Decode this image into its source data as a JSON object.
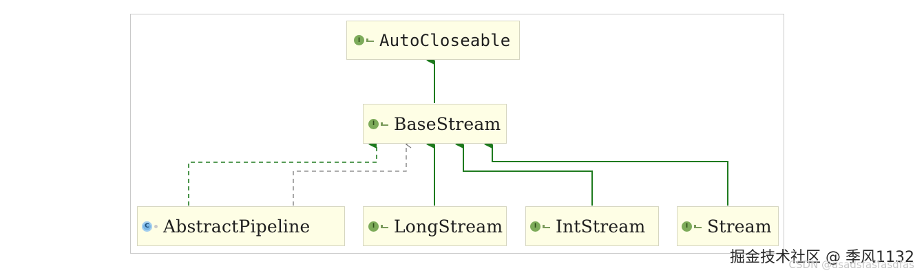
{
  "diagram": {
    "nodes": [
      {
        "id": "autocloseable",
        "label": "AutoCloseable",
        "kind": "interface",
        "icon": "interface-icon"
      },
      {
        "id": "basestream",
        "label": "BaseStream",
        "kind": "interface",
        "icon": "interface-icon"
      },
      {
        "id": "abstractpipeline",
        "label": "AbstractPipeline",
        "kind": "class",
        "icon": "class-icon"
      },
      {
        "id": "longstream",
        "label": "LongStream",
        "kind": "interface",
        "icon": "interface-icon"
      },
      {
        "id": "intstream",
        "label": "IntStream",
        "kind": "interface",
        "icon": "interface-icon"
      },
      {
        "id": "stream",
        "label": "Stream",
        "kind": "interface",
        "icon": "interface-icon"
      }
    ],
    "edges": [
      {
        "from": "basestream",
        "to": "autocloseable",
        "type": "extends"
      },
      {
        "from": "abstractpipeline",
        "to": "basestream",
        "type": "implements"
      },
      {
        "from": "abstractpipeline",
        "to": "basestream",
        "type": "dependency"
      },
      {
        "from": "longstream",
        "to": "basestream",
        "type": "extends"
      },
      {
        "from": "intstream",
        "to": "basestream",
        "type": "extends"
      },
      {
        "from": "stream",
        "to": "basestream",
        "type": "extends"
      }
    ],
    "colors": {
      "extends": "#1e7a1e",
      "implements": "#1e7a1e",
      "dependency": "#7a7a7a",
      "node_fill": "#fefee5"
    }
  },
  "watermark": {
    "main": "掘金技术社区 @ 季风1132",
    "sub": "CSDN @asadsfasfasdfas"
  }
}
